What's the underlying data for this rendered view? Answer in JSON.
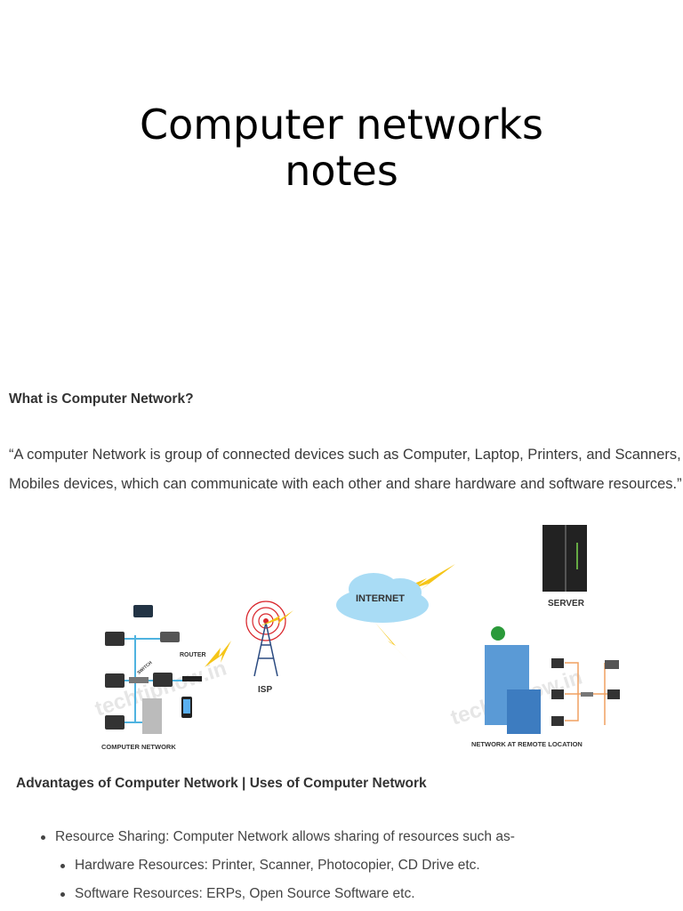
{
  "title": {
    "line1": "Computer networks",
    "line2": "notes"
  },
  "section1": {
    "heading": "What is Computer Network?",
    "quote_line1": "“A computer Network is group of connected devices such as Computer, Laptop, Printers, and Scanners,",
    "quote_line2": "Mobiles devices, which can communicate with each other and share hardware and software resources.”"
  },
  "diagram": {
    "labels": {
      "internet": "INTERNET",
      "server": "SERVER",
      "isp": "ISP",
      "router": "ROUTER",
      "switch": "SWITCH",
      "computer_network": "COMPUTER NETWORK",
      "remote": "NETWORK AT REMOTE LOCATION"
    },
    "watermark": "techtipnow.in",
    "colors": {
      "cloud": "#a9dcf5",
      "bolt": "#f5c518",
      "tower": "#d9242a",
      "lan": "#4fb3e0",
      "remote_lan": "#f0a060"
    }
  },
  "section2": {
    "heading": "Advantages of Computer Network | Uses of Computer Network",
    "bullets": [
      "Resource Sharing: Computer Network allows sharing of resources such as-",
      "Hardware Resources: Printer, Scanner, Photocopier, CD Drive etc.",
      "Software Resources: ERPs, Open Source Software etc."
    ]
  }
}
